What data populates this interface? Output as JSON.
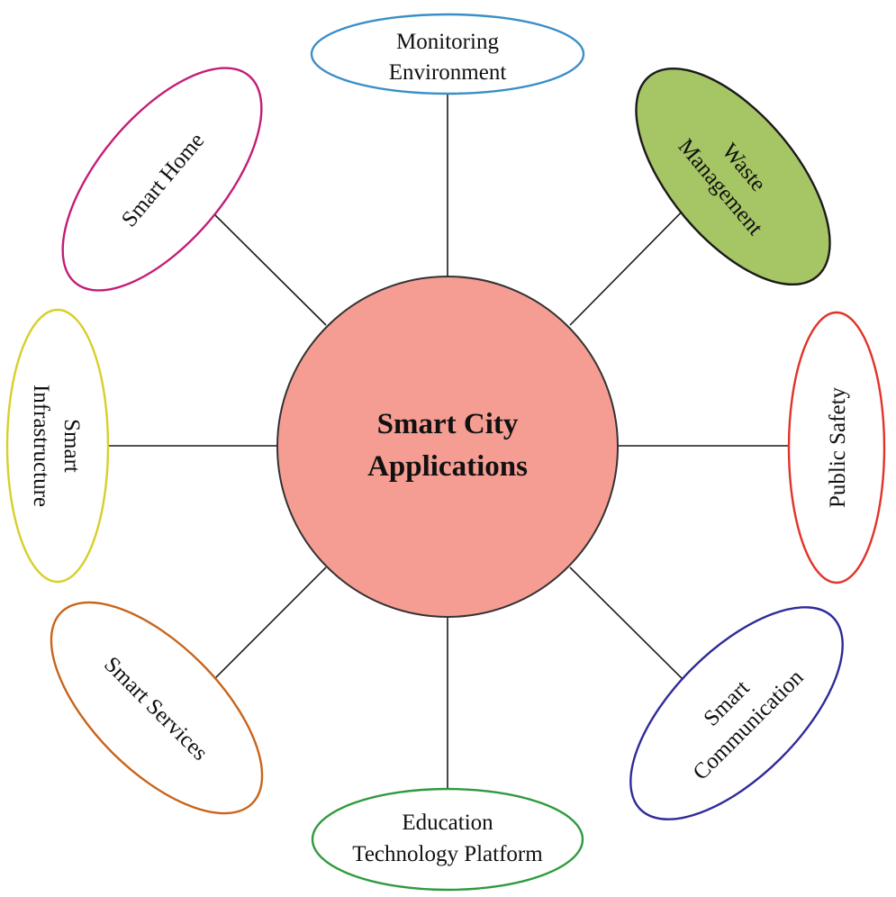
{
  "center": {
    "line1": "Smart City",
    "line2": "Applications",
    "fill": "#f59d92",
    "stroke": "#333333"
  },
  "nodes": [
    {
      "id": "monitoring-environment",
      "lines": [
        "Monitoring",
        "Environment"
      ],
      "stroke": "#3a8fc8",
      "fill": "#ffffff"
    },
    {
      "id": "waste-management",
      "lines": [
        "Waste",
        "Management"
      ],
      "stroke": "#1a1a1a",
      "fill": "#a6c666"
    },
    {
      "id": "public-safety",
      "lines": [
        "Public Safety"
      ],
      "stroke": "#e0342a",
      "fill": "#ffffff"
    },
    {
      "id": "smart-communication",
      "lines": [
        "Smart",
        "Communication"
      ],
      "stroke": "#2e2a9a",
      "fill": "#ffffff"
    },
    {
      "id": "education-technology-platform",
      "lines": [
        "Education",
        "Technology Platform"
      ],
      "stroke": "#2f9a3e",
      "fill": "#ffffff"
    },
    {
      "id": "smart-services",
      "lines": [
        "Smart Services"
      ],
      "stroke": "#c8641a",
      "fill": "#ffffff"
    },
    {
      "id": "smart-infrastructure",
      "lines": [
        "Smart",
        "Infrastructure"
      ],
      "stroke": "#d8cf2a",
      "fill": "#ffffff"
    },
    {
      "id": "smart-home",
      "lines": [
        "Smart Home"
      ],
      "stroke": "#c41c76",
      "fill": "#ffffff"
    }
  ]
}
